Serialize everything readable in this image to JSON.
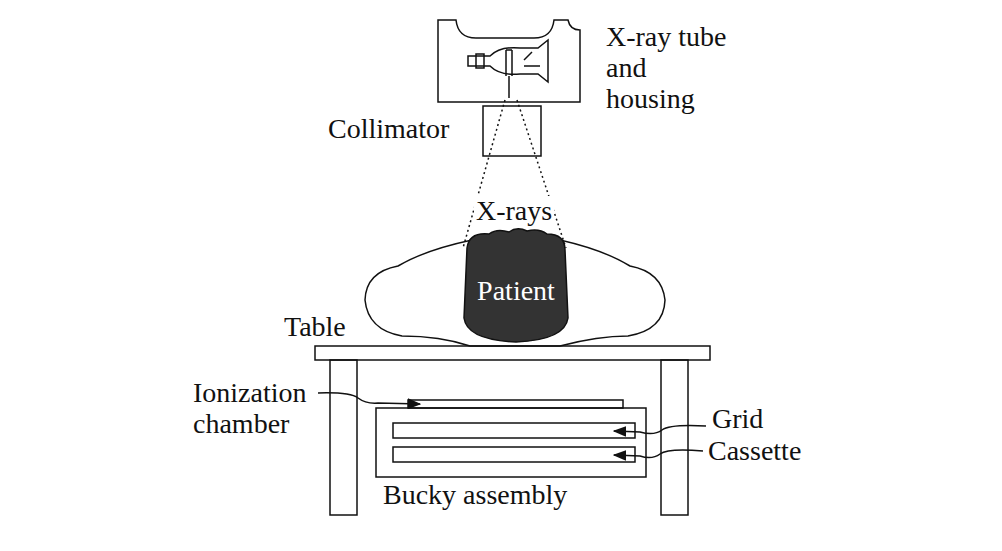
{
  "diagram": {
    "nodes": [
      {
        "text": [
          "Patient"
        ]
      }
    ],
    "labels": [
      "X-ray tube and housing",
      "Collimator",
      "X-rays",
      "Table",
      "Ionization chamber",
      "Grid",
      "Cassette",
      "Bucky assembly"
    ]
  }
}
